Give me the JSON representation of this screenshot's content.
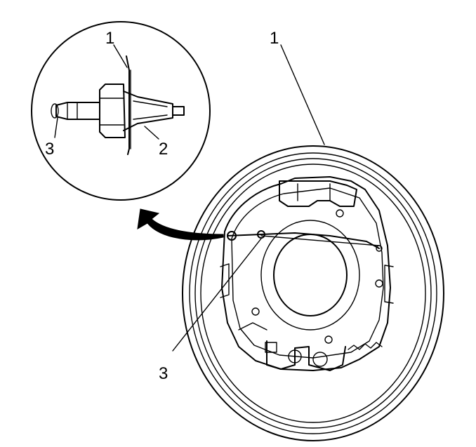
{
  "callouts": {
    "detail_cable": "1",
    "detail_clip": "2",
    "detail_end": "3",
    "main_backing_plate": "1",
    "main_cable": "3"
  }
}
